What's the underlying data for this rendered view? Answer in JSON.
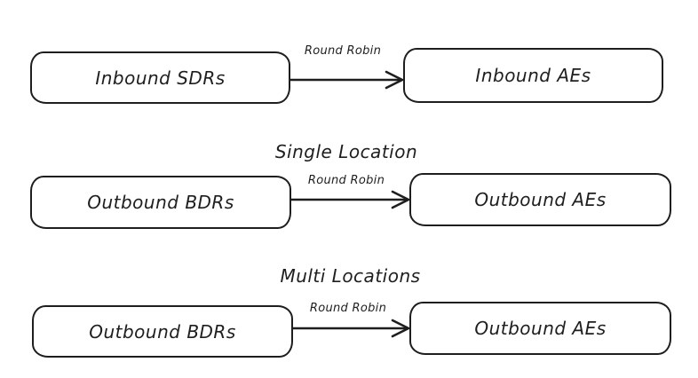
{
  "diagram": {
    "background_color": "#ffffff",
    "stroke_color": "#1e1e1e",
    "rows": [
      {
        "source": "Inbound SDRs",
        "arrow_label": "Round Robin",
        "target": "Inbound AEs"
      },
      {
        "heading": "Single Location",
        "source": "Outbound BDRs",
        "arrow_label": "Round Robin",
        "target": "Outbound AEs"
      },
      {
        "heading": "Multi Locations",
        "source": "Outbound BDRs",
        "arrow_label": "Round Robin",
        "target": "Outbound AEs"
      }
    ]
  }
}
